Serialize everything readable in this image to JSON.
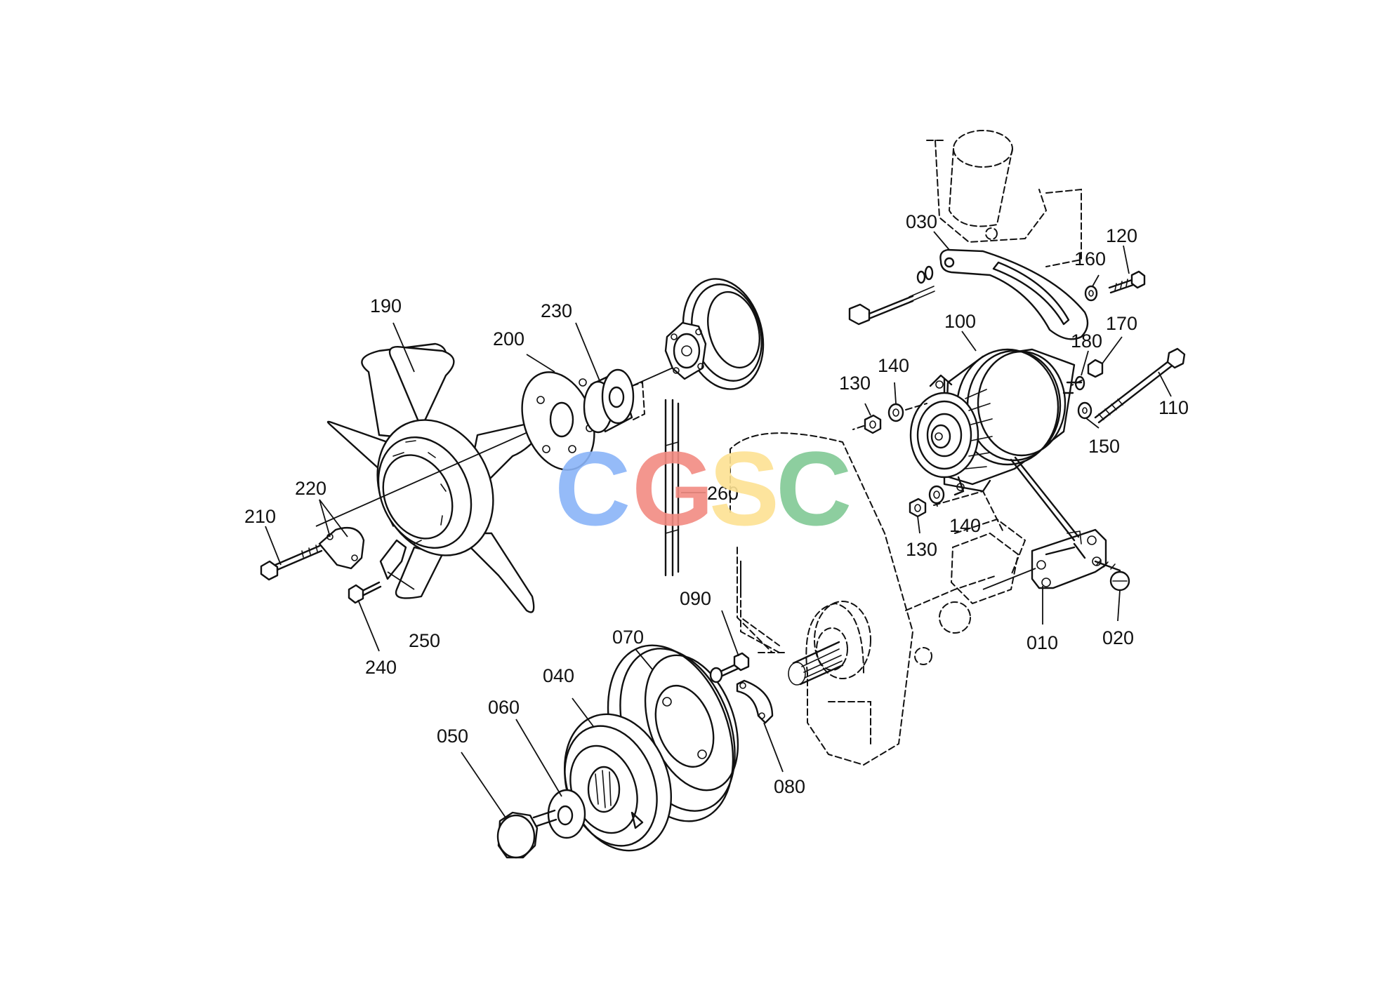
{
  "diagram": {
    "part_numbers": [
      "010",
      "020",
      "030",
      "040",
      "050",
      "060",
      "070",
      "080",
      "090",
      "100",
      "110",
      "120",
      "130",
      "140",
      "150",
      "160",
      "170",
      "180",
      "190",
      "200",
      "210",
      "220",
      "230",
      "240",
      "250",
      "260"
    ],
    "callouts": [
      {
        "id": "label-030",
        "text": "030"
      },
      {
        "id": "label-120",
        "text": "120"
      },
      {
        "id": "label-160",
        "text": "160"
      },
      {
        "id": "label-170",
        "text": "170"
      },
      {
        "id": "label-100",
        "text": "100"
      },
      {
        "id": "label-180",
        "text": "180"
      },
      {
        "id": "label-110",
        "text": "110"
      },
      {
        "id": "label-140-top",
        "text": "140"
      },
      {
        "id": "label-130-top",
        "text": "130"
      },
      {
        "id": "label-150",
        "text": "150"
      },
      {
        "id": "label-140-bottom",
        "text": "140"
      },
      {
        "id": "label-130-bottom",
        "text": "130"
      },
      {
        "id": "label-010",
        "text": "010"
      },
      {
        "id": "label-020",
        "text": "020"
      },
      {
        "id": "label-190",
        "text": "190"
      },
      {
        "id": "label-200",
        "text": "200"
      },
      {
        "id": "label-230",
        "text": "230"
      },
      {
        "id": "label-220",
        "text": "220"
      },
      {
        "id": "label-210",
        "text": "210"
      },
      {
        "id": "label-260",
        "text": "260"
      },
      {
        "id": "label-250",
        "text": "250"
      },
      {
        "id": "label-240",
        "text": "240"
      },
      {
        "id": "label-090",
        "text": "090"
      },
      {
        "id": "label-070",
        "text": "070"
      },
      {
        "id": "label-040",
        "text": "040"
      },
      {
        "id": "label-060",
        "text": "060"
      },
      {
        "id": "label-050",
        "text": "050"
      },
      {
        "id": "label-080",
        "text": "080"
      }
    ]
  },
  "watermark": {
    "letters": [
      "C",
      "G",
      "S",
      "C"
    ],
    "colors": [
      "#8ab4f8",
      "#f28b82",
      "#fde293",
      "#81c995"
    ]
  }
}
